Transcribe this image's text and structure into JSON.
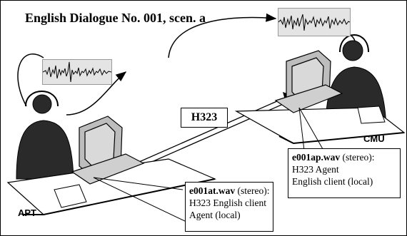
{
  "title": "English Dialogue No. 001, scen. a",
  "sites": {
    "left": "APT",
    "right": "CMU"
  },
  "link_label": "H323",
  "callouts": {
    "left": {
      "filename": "e001at.wav",
      "suffix": " (stereo):",
      "line2": "H323 English client",
      "line3": "Agent (local)"
    },
    "right": {
      "filename": "e001ap.wav",
      "suffix": " (stereo):",
      "line2": "H323 Agent",
      "line3": "English client (local)"
    }
  }
}
